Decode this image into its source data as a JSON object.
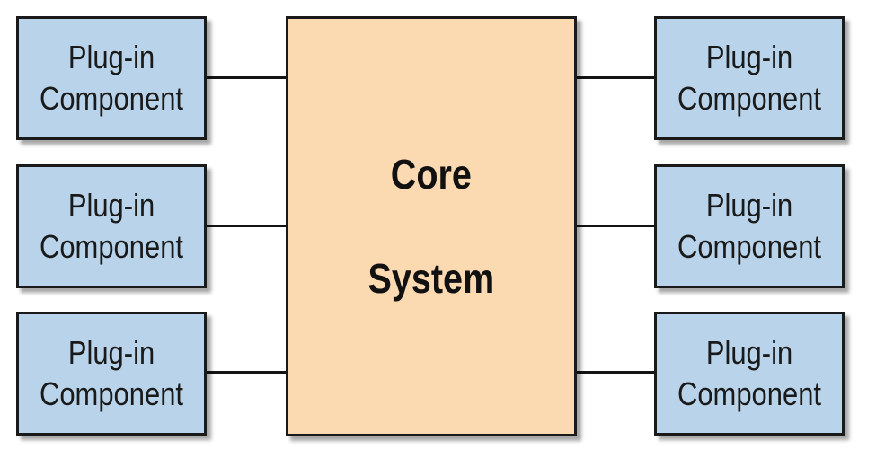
{
  "colors": {
    "plugin_fill": "#b8d3ea",
    "core_fill": "#fbd9b1",
    "border": "#1a1a1a",
    "connector": "#141414"
  },
  "core": {
    "line1": "Core",
    "line2": "System"
  },
  "plugins_left": [
    {
      "line1": "Plug-in",
      "line2": "Component"
    },
    {
      "line1": "Plug-in",
      "line2": "Component"
    },
    {
      "line1": "Plug-in",
      "line2": "Component"
    }
  ],
  "plugins_right": [
    {
      "line1": "Plug-in",
      "line2": "Component"
    },
    {
      "line1": "Plug-in",
      "line2": "Component"
    },
    {
      "line1": "Plug-in",
      "line2": "Component"
    }
  ]
}
